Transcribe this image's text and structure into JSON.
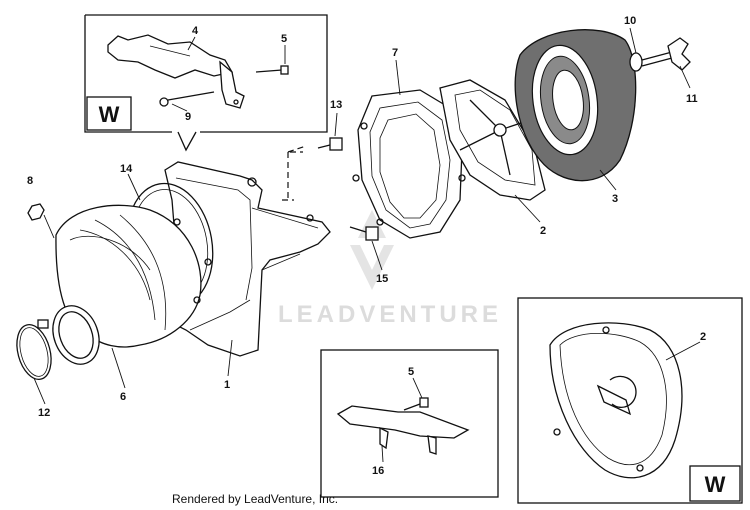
{
  "callouts": {
    "c1": "1",
    "c2a": "2",
    "c2b": "2",
    "c3": "3",
    "c4": "4",
    "c5a": "5",
    "c5b": "5",
    "c6": "6",
    "c7": "7",
    "c8": "8",
    "c9": "9",
    "c10": "10",
    "c11": "11",
    "c12": "12",
    "c13": "13",
    "c14": "14",
    "c15": "15",
    "c16": "16"
  },
  "insets": {
    "w_top": "W",
    "w_bottom": "W"
  },
  "watermark": "LEADVENTURE",
  "credit": "Rendered by LeadVenture, Inc."
}
